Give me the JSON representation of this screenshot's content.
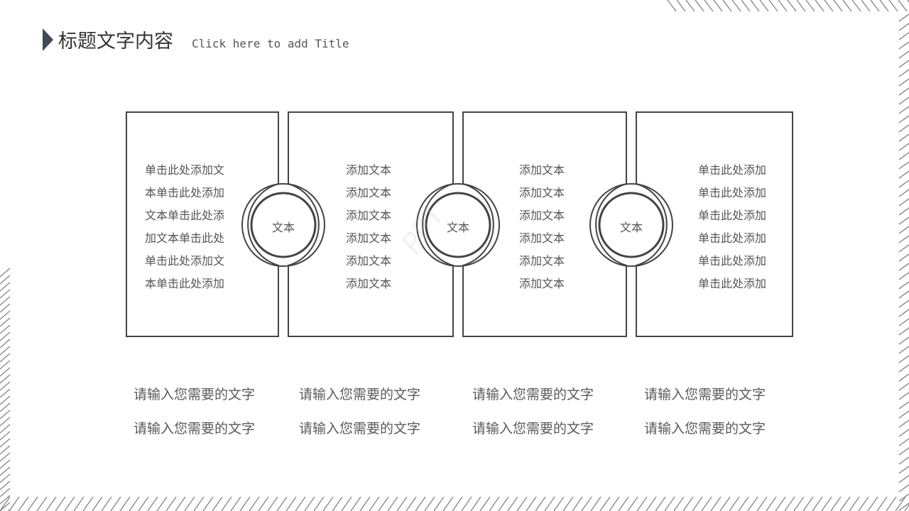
{
  "header": {
    "title": "标题文字内容",
    "subtitle": "Click here to add Title"
  },
  "boxes": [
    {
      "lines": [
        "单击此处添加文",
        "本单击此处添加",
        "文本单击此处添",
        "加文本单击此处",
        "单击此处添加文",
        "本单击此处添加"
      ]
    },
    {
      "lines": [
        "添加文本",
        "添加文本",
        "添加文本",
        "添加文本",
        "添加文本",
        "添加文本"
      ]
    },
    {
      "lines": [
        "添加文本",
        "添加文本",
        "添加文本",
        "添加文本",
        "添加文本",
        "添加文本"
      ]
    },
    {
      "lines": [
        "单击此处添加",
        "单击此处添加",
        "单击此处添加",
        "单击此处添加",
        "单击此处添加",
        "单击此处添加"
      ]
    }
  ],
  "circles": [
    {
      "label": "文本"
    },
    {
      "label": "文本"
    },
    {
      "label": "文本"
    }
  ],
  "captions": [
    {
      "lines": [
        "请输入您需要的文字",
        "请输入您需要的文字"
      ]
    },
    {
      "lines": [
        "请输入您需要的文字",
        "请输入您需要的文字"
      ]
    },
    {
      "lines": [
        "请输入您需要的文字",
        "请输入您需要的文字"
      ]
    },
    {
      "lines": [
        "请输入您需要的文字",
        "请输入您需要的文字"
      ]
    }
  ],
  "colors": {
    "accent": "#3d4858",
    "outline": "#444444",
    "text": "#555555"
  }
}
